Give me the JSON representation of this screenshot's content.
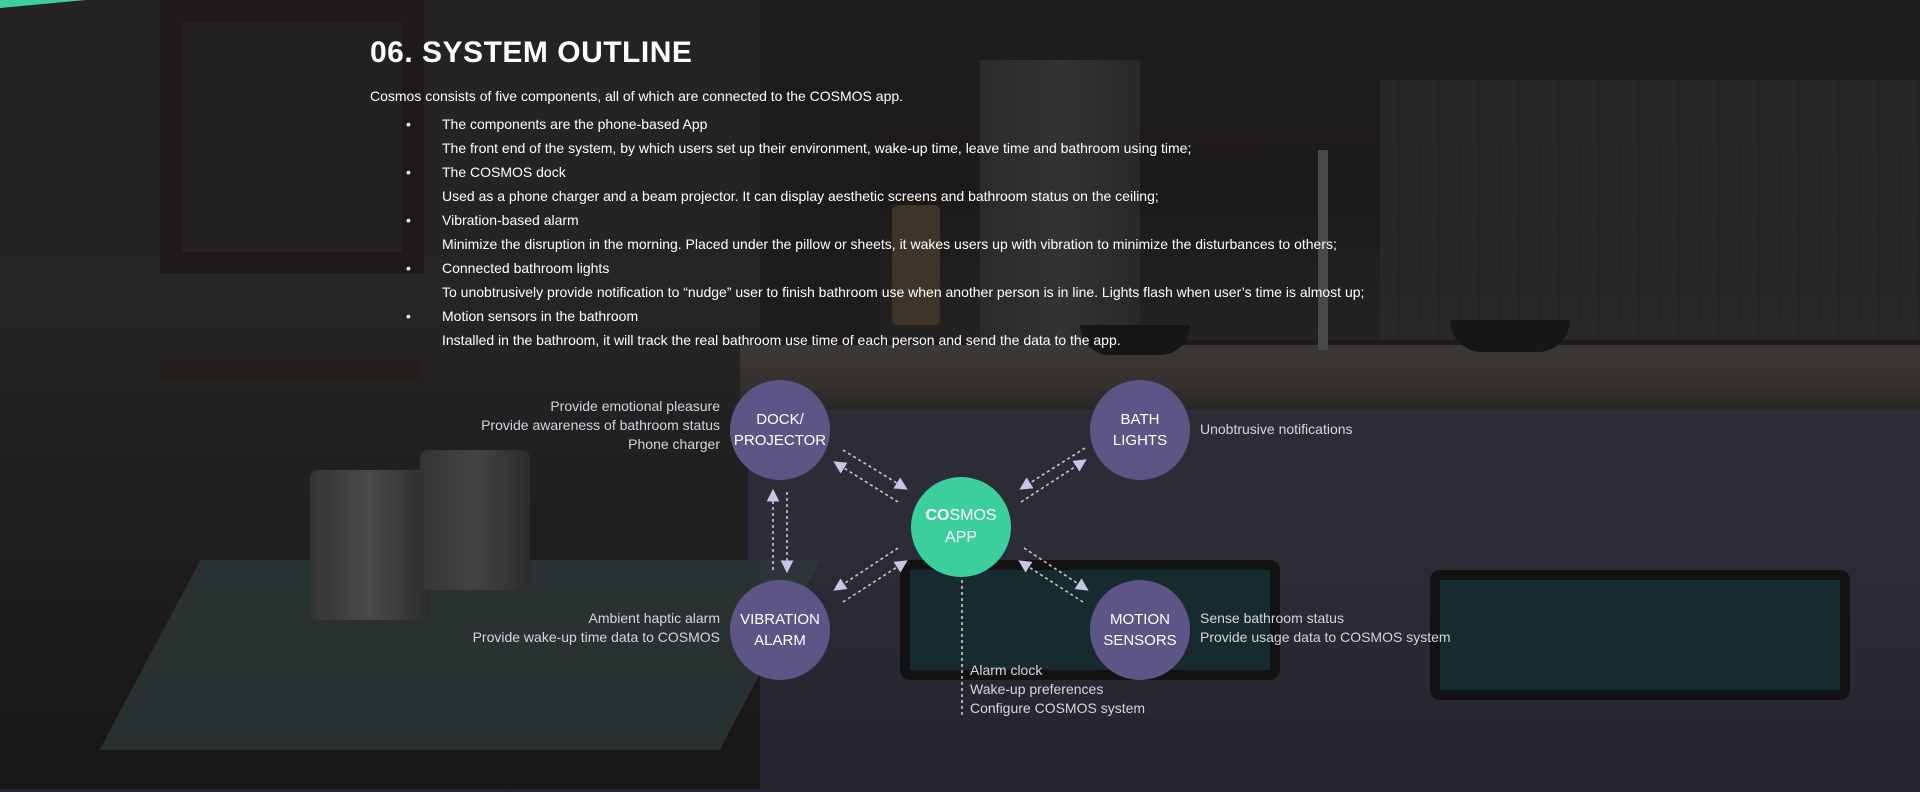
{
  "slide": {
    "title": "06. SYSTEM OUTLINE",
    "intro": "Cosmos consists of five components, all of which are connected to the COSMOS app.",
    "bullet_glyph": "•",
    "components": [
      {
        "name": "The components are the phone-based App",
        "description": "The front end of the system, by which users set up their environment, wake-up time, leave time and bathroom using time;"
      },
      {
        "name": "The COSMOS dock",
        "description": "Used as a phone charger and a beam projector. It can display aesthetic screens and bathroom status on the ceiling;"
      },
      {
        "name": "Vibration-based alarm",
        "description": "Minimize the disruption in the morning. Placed under the pillow or sheets, it wakes users up with vibration to minimize the disturbances to others;"
      },
      {
        "name": "Connected bathroom lights",
        "description": "To unobtrusively provide notification to “nudge” user to finish bathroom use when another person is in line. Lights flash when user’s time is almost up;"
      },
      {
        "name": "Motion sensors in the bathroom",
        "description": "Installed in the bathroom, it will track the real bathroom use time of each person and send the data to the app."
      }
    ]
  },
  "diagram": {
    "center": {
      "line1_bold": "CO",
      "line1_rest": "SMOS",
      "line2": "APP",
      "features": [
        "Alarm clock",
        "Wake-up preferences",
        "Configure COSMOS system"
      ]
    },
    "dock": {
      "line1": "DOCK/",
      "line2": "PROJECTOR",
      "features": [
        "Provide emotional pleasure",
        "Provide awareness of bathroom status",
        "Phone charger"
      ]
    },
    "lights": {
      "line1": "BATH",
      "line2": "LIGHTS",
      "features": [
        "Unobtrusive notifications"
      ]
    },
    "alarm": {
      "line1": "VIBRATION",
      "line2": "ALARM",
      "features": [
        "Ambient haptic alarm",
        "Provide wake-up time data to COSMOS"
      ]
    },
    "sensors": {
      "line1": "MOTION",
      "line2": "SENSORS",
      "features": [
        "Sense bathroom status",
        "Provide usage data to COSMOS system"
      ]
    }
  },
  "colors": {
    "accent": "#3ecf9e",
    "node": "#5d5585",
    "arrow": "#c9c5e4",
    "text": "#ffffff",
    "desc_text": "#d6d4e2"
  }
}
